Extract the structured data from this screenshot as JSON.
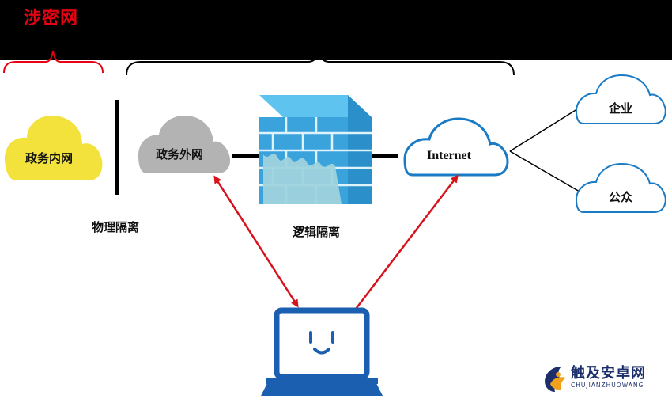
{
  "header": {
    "title": "涉密网"
  },
  "nodes": {
    "gov_internal": "政务内网",
    "gov_external": "政务外网",
    "internet": "Internet",
    "enterprise": "企业",
    "public": "公众"
  },
  "labels": {
    "physical_isolation": "物理隔离",
    "logical_isolation": "逻辑隔离"
  },
  "colors": {
    "secret_network": "#e50012",
    "internal_cloud": "#f4e23c",
    "external_cloud": "#b3b3b3",
    "internet_cloud": "#1a7bc4",
    "firewall": "#3aa3dc",
    "arrows": "#d7121c"
  },
  "watermark": {
    "name": "触及安卓网",
    "sub": "CHUJIANZHUOWANG"
  }
}
